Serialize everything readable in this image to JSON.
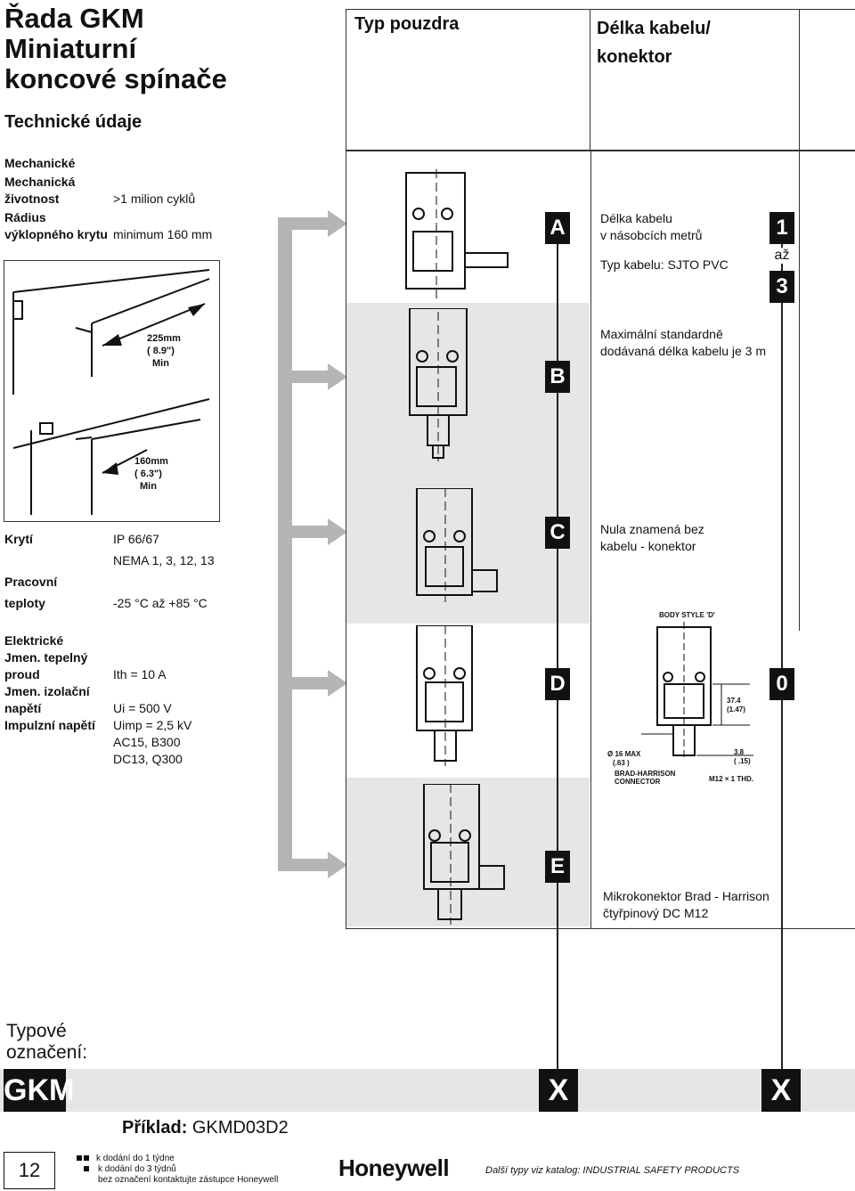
{
  "title": {
    "line1": "Řada GKM",
    "line2": "Miniaturní",
    "line3": "koncové spínače"
  },
  "technical": "Technické údaje",
  "header": {
    "col1": "Typ pouzdra",
    "col2a": "Délka kabelu/",
    "col2b": "konektor"
  },
  "mech": {
    "heading": "Mechanické",
    "life_label_a": "Mechanická",
    "life_label_b": "životnost",
    "life_value": ">1 milion cyklů",
    "radius_label_a": "Rádius",
    "radius_label_b": "výklopného krytu",
    "radius_value": "minimum 160 mm"
  },
  "diagram": {
    "d1a": "225mm",
    "d1b": "( 8.9\")",
    "d1c": "Min",
    "d2a": "160mm",
    "d2b": "( 6.3\")",
    "d2c": "Min"
  },
  "protect": {
    "label": "Krytí",
    "value1": "IP 66/67",
    "value2": "NEMA 1, 3, 12, 13",
    "temp_label_a": "Pracovní",
    "temp_label_b": "teploty",
    "temp_value": "-25 °C až +85 °C"
  },
  "elec": {
    "heading": "Elektrické",
    "cur_label_a": "Jmen. tepelný",
    "cur_label_b": "proud",
    "cur_value": "Ith = 10 A",
    "volt_label_a": "Jmen. izolační",
    "volt_label_b": "napětí",
    "volt_value": "Ui = 500 V",
    "imp_label": "Impulzní napětí",
    "imp_value": "Uimp = 2,5 kV",
    "ac": "AC15, B300",
    "dc": "DC13, Q300"
  },
  "options": {
    "A": "A",
    "B": "B",
    "C": "C",
    "D": "D",
    "E": "E",
    "a_text1": "Délka kabelu",
    "a_text2": "v násobcích metrů",
    "a_text3": "Typ kabelu: SJTO PVC",
    "b_text1": "Maximální standardně",
    "b_text2": "dodávaná délka kabelu je 3 m",
    "c_text1": "Nula znamená bez",
    "c_text2": "kabelu - konektor",
    "e_text1": "Mikrokonektor Brad - Harrison",
    "e_text2": "čtyřpinový DC M12",
    "len1": "1",
    "len_to": "až",
    "len3": "3",
    "zero": "0"
  },
  "dim": {
    "body": "BODY STYLE 'D'",
    "d1": "37.4",
    "d1b": "(1.47)",
    "d2": "Ø 16 MAX",
    "d2b": "(.63 )",
    "d3a": "BRAD-HARRISON",
    "d3b": "CONNECTOR",
    "d4": "3.8",
    "d4b": "( .15)",
    "d5": "M12 × 1 THD."
  },
  "type": {
    "label1": "Typové",
    "label2": "označení:",
    "code": "GKM",
    "x1": "X",
    "x2": "X",
    "example_label": "Příklad:",
    "example_value": "GKMD03D2"
  },
  "footer": {
    "page": "12",
    "l1": "k dodání do 1 týdne",
    "l2": "k dodání do 3 týdnů",
    "l3": "bez označení kontaktujte zástupce Honeywell",
    "brand": "Honeywell",
    "catalog": "Další typy viz katalog: INDUSTRIAL SAFETY PRODUCTS"
  }
}
